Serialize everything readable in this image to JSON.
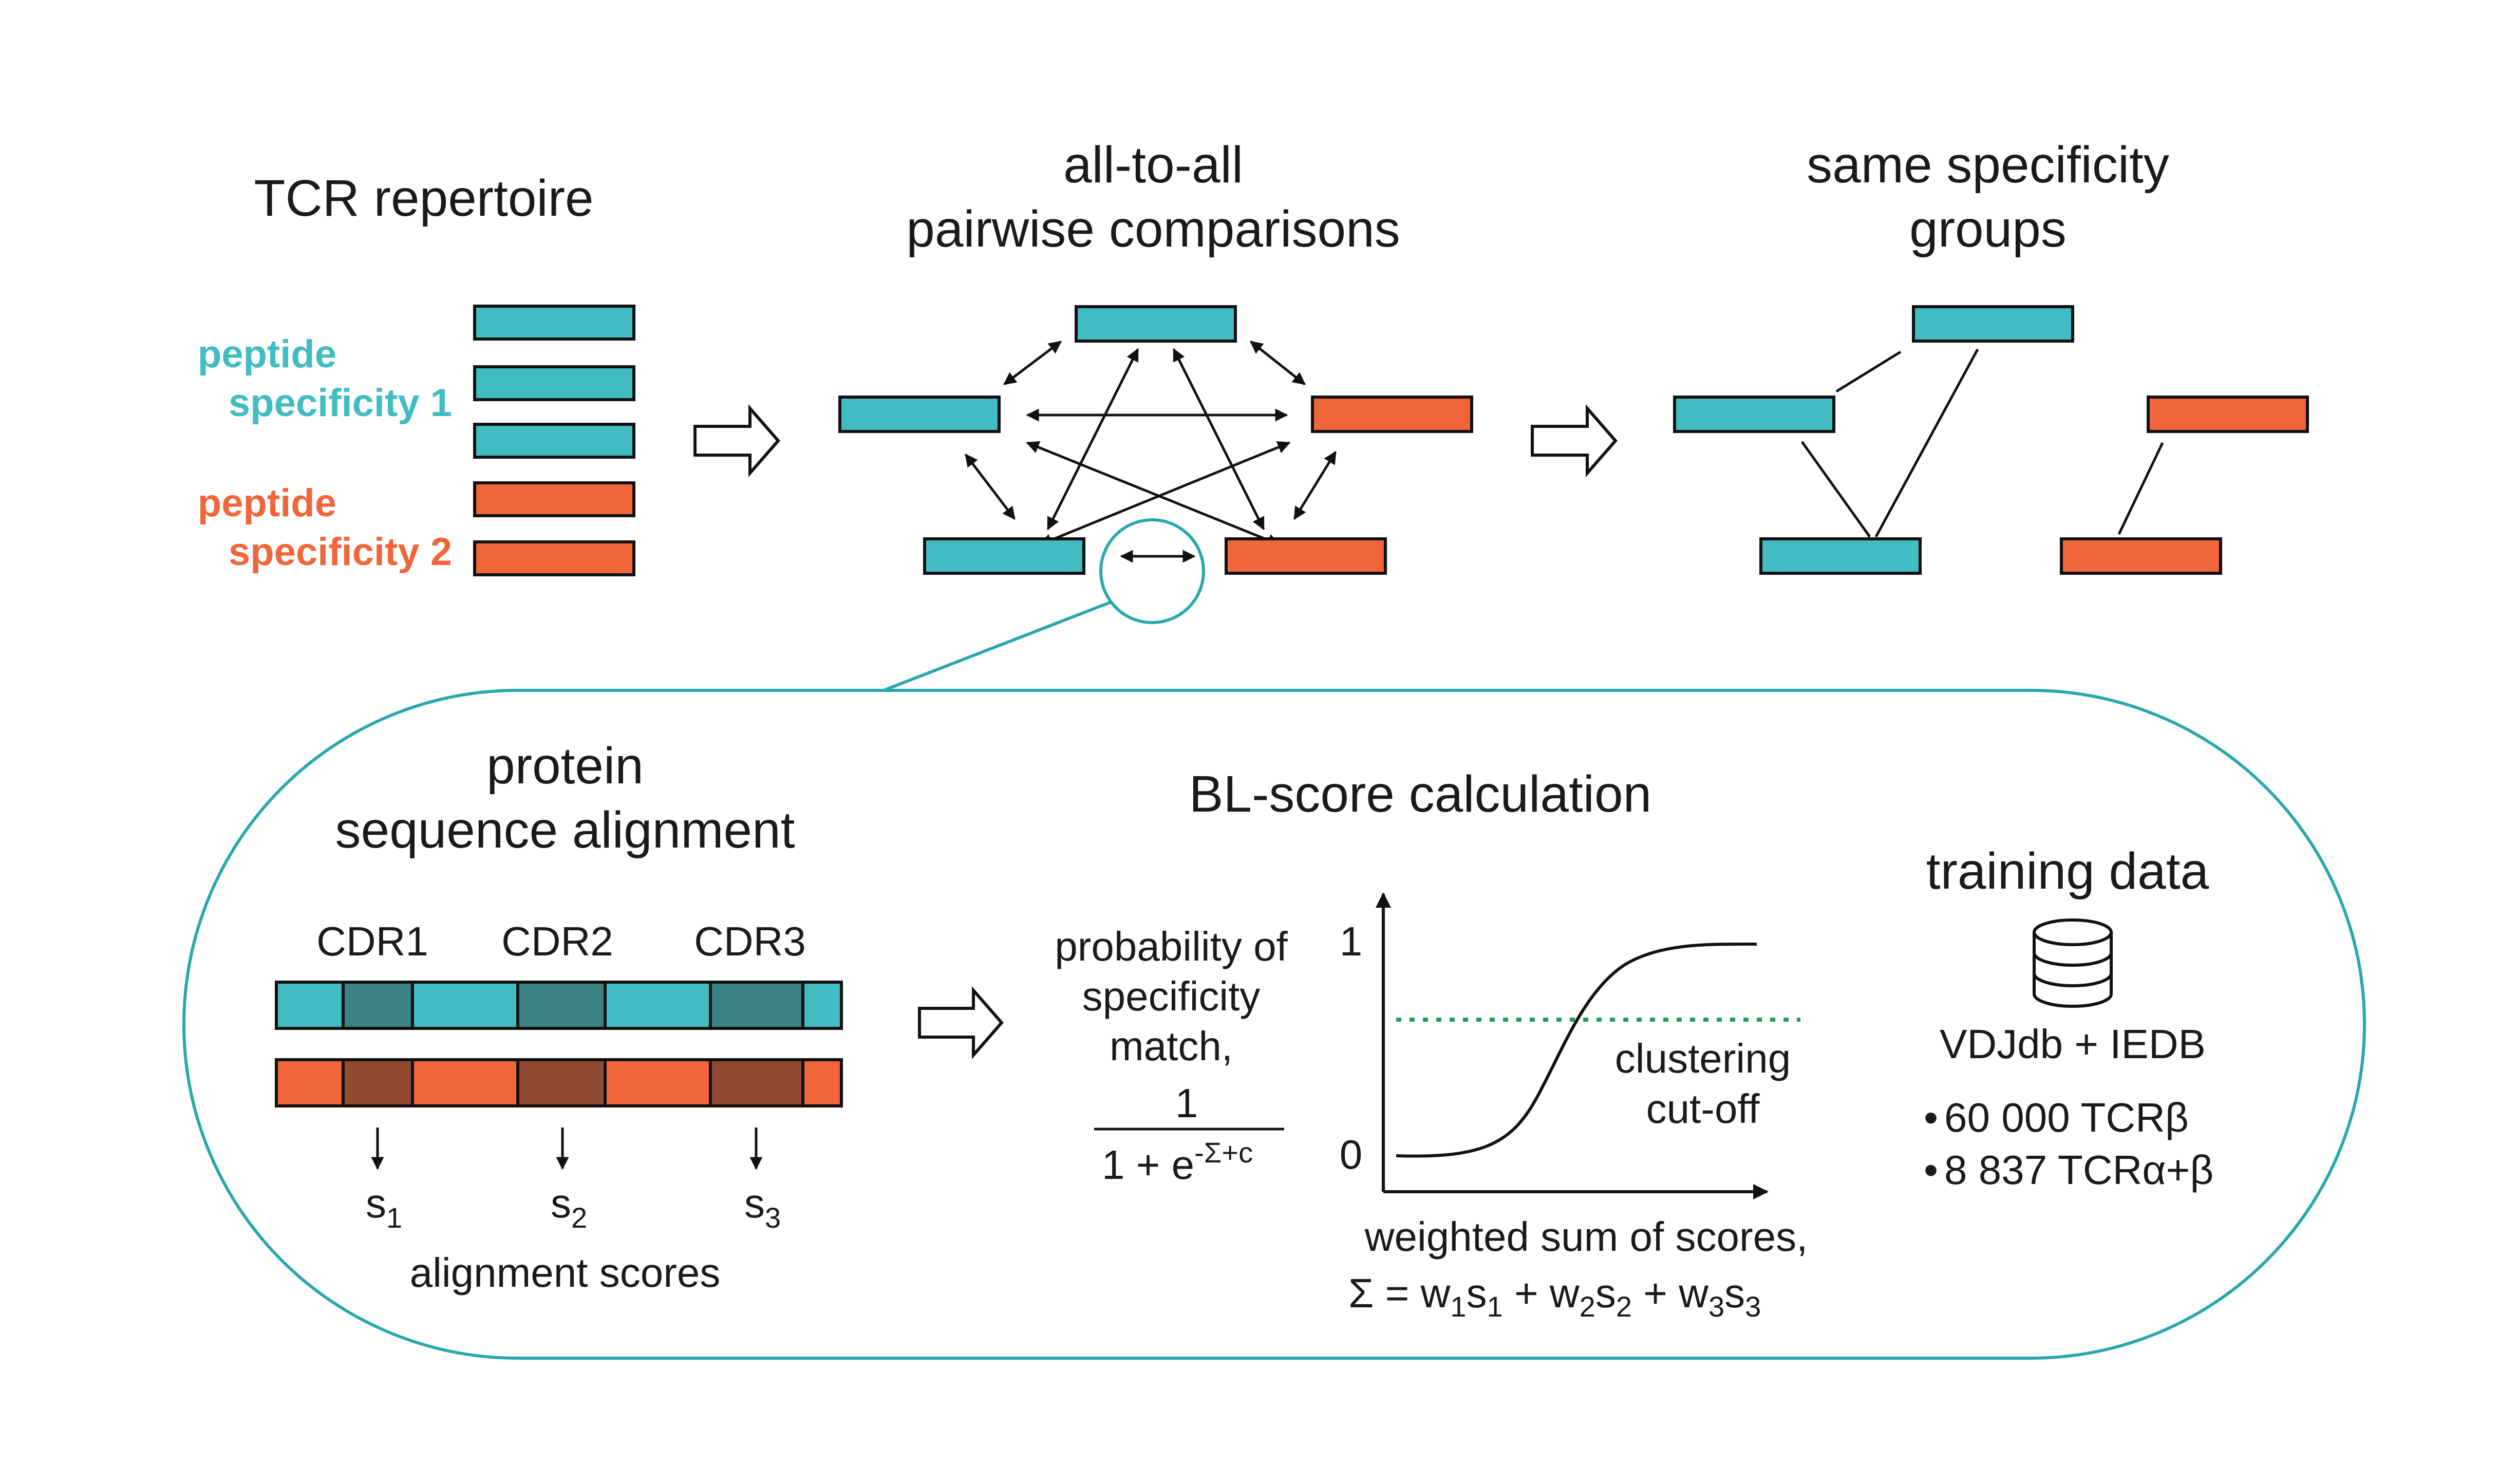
{
  "colors": {
    "teal": "#41BCC3",
    "orange": "#F0653A",
    "dark_teal": "#3D8285",
    "dark_orange": "#924B33",
    "green": "#1E9E5D",
    "stroke": "#111111",
    "bubble": "#2AA6AE"
  },
  "top": {
    "repertoire_title": "TCR repertoire",
    "peptide1": [
      "peptide",
      "specificity 1"
    ],
    "peptide2": [
      "peptide",
      "specificity 2"
    ],
    "comparisons_title": [
      "all-to-all",
      "pairwise comparisons"
    ],
    "groups_title": [
      "same specificity",
      "groups"
    ]
  },
  "alignment": {
    "title": [
      "protein",
      "sequence alignment"
    ],
    "cdr_labels": [
      "CDR1",
      "CDR2",
      "CDR3"
    ],
    "score_labels": [
      "s",
      "s",
      "s"
    ],
    "score_subscripts": [
      "1",
      "2",
      "3"
    ],
    "caption": "alignment scores"
  },
  "bl_score": {
    "title": "BL-score calculation",
    "y_label": [
      "probability of",
      "specificity",
      "match,"
    ],
    "formula_numerator": "1",
    "formula_denominator_base": "1 + e",
    "formula_denominator_exp": "-Σ+c",
    "y_tick_top": "1",
    "y_tick_bottom": "0",
    "cutoff_label": [
      "clustering",
      "cut-off"
    ],
    "x_label": "weighted sum of scores,",
    "sum_formula": {
      "lead": "Σ = w",
      "parts": [
        {
          "sub_w": "1",
          "s": "s",
          "sub_s": "1",
          "plus": " + w"
        },
        {
          "sub_w": "2",
          "s": "s",
          "sub_s": "2",
          "plus": " + w"
        },
        {
          "sub_w": "3",
          "s": "s",
          "sub_s": "3",
          "plus": ""
        }
      ]
    }
  },
  "training": {
    "title": "training data",
    "icon": "database-icon",
    "sources": "VDJdb + IEDB",
    "items": [
      "60 000 TCRβ",
      "8 837 TCRα+β"
    ],
    "bullet": "•"
  }
}
